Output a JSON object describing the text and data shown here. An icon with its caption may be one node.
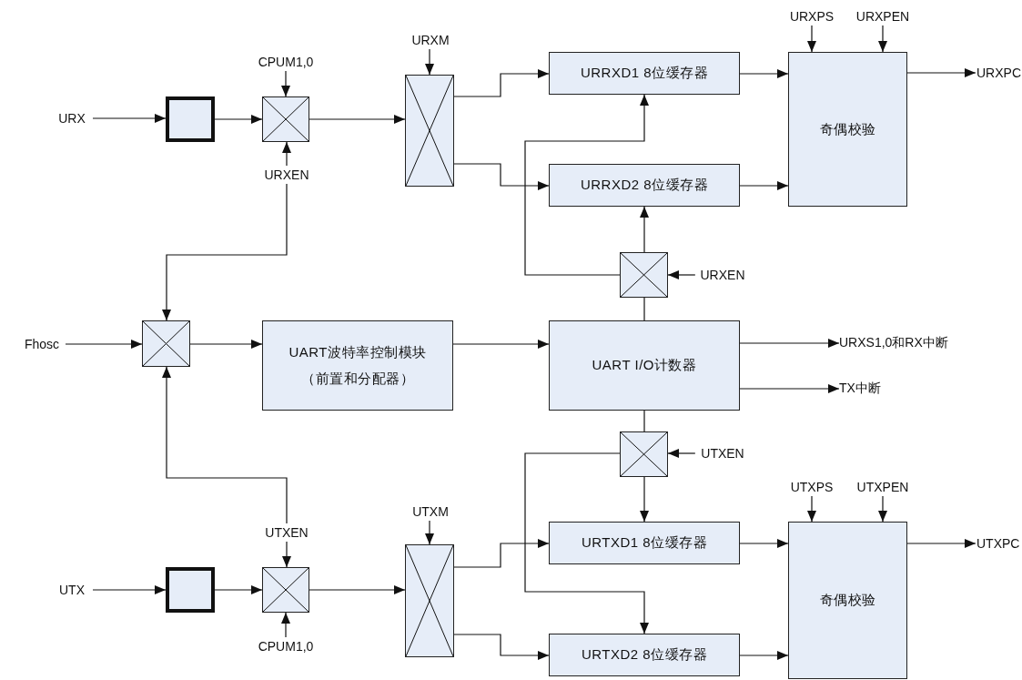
{
  "diagram": {
    "nodes": [
      {
        "text": [
          "URXPS"
        ]
      },
      {
        "text": [
          "URXPEN"
        ]
      },
      {
        "text": [
          "URXM"
        ]
      },
      {
        "text": [
          "CPUM1,0"
        ]
      },
      {
        "text": [
          "URRXD1 8位缓存器"
        ]
      },
      {
        "text": [
          "奇偶校验"
        ]
      },
      {
        "text": [
          "URXPC"
        ]
      },
      {
        "text": [
          "URX"
        ]
      },
      {
        "text": [],
        "shape": "box"
      },
      {
        "text": [],
        "shape": "cross"
      },
      {
        "text": [],
        "shape": "cross"
      },
      {
        "text": [
          "URXEN"
        ]
      },
      {
        "text": [
          "URRXD2 8位缓存器"
        ]
      },
      {
        "text": [],
        "shape": "cross"
      },
      {
        "text": [
          "URXEN"
        ]
      },
      {
        "text": [
          "Fhosc"
        ]
      },
      {
        "text": [],
        "shape": "cross"
      },
      {
        "text": [
          "UART波特率控制模块",
          "（前置和分配器）"
        ]
      },
      {
        "text": [
          "UART I/O计数器"
        ]
      },
      {
        "text": [
          "URXS1,0和RX中断"
        ]
      },
      {
        "text": [
          "TX中断"
        ]
      },
      {
        "text": [],
        "shape": "cross"
      },
      {
        "text": [
          "UTXEN"
        ]
      },
      {
        "text": [
          "UTXPS"
        ]
      },
      {
        "text": [
          "UTXPEN"
        ]
      },
      {
        "text": [
          "UTXM"
        ]
      },
      {
        "text": [
          "UTXEN"
        ]
      },
      {
        "text": [
          "URTXD1 8位缓存器"
        ]
      },
      {
        "text": [
          "奇偶校验"
        ]
      },
      {
        "text": [
          "UTXPC"
        ]
      },
      {
        "text": [
          "UTX"
        ]
      },
      {
        "text": [],
        "shape": "box"
      },
      {
        "text": [],
        "shape": "cross"
      },
      {
        "text": [],
        "shape": "cross"
      },
      {
        "text": [
          "CPUM1,0"
        ]
      },
      {
        "text": [
          "URTXD2 8位缓存器"
        ]
      }
    ],
    "edges": [
      {
        "from": 7,
        "to": 8,
        "arrow": "to"
      },
      {
        "from": 8,
        "to": 9,
        "arrow": "to"
      },
      {
        "from": 3,
        "to": 9,
        "arrow": "to"
      },
      {
        "from": 11,
        "to": 9,
        "arrow": "to"
      },
      {
        "from": 11,
        "to": 16,
        "arrow": "to"
      },
      {
        "from": 9,
        "to": 10,
        "arrow": "to"
      },
      {
        "from": 2,
        "to": 10,
        "arrow": "to"
      },
      {
        "from": 10,
        "to": 4,
        "arrow": "to"
      },
      {
        "from": 10,
        "to": 12,
        "arrow": "to"
      },
      {
        "from": 4,
        "to": 5,
        "arrow": "to"
      },
      {
        "from": 12,
        "to": 5,
        "arrow": "to"
      },
      {
        "from": 0,
        "to": 5,
        "arrow": "to"
      },
      {
        "from": 1,
        "to": 5,
        "arrow": "to"
      },
      {
        "from": 5,
        "to": 6,
        "arrow": "to"
      },
      {
        "from": 13,
        "to": 12,
        "arrow": "to"
      },
      {
        "from": 13,
        "to": 4,
        "arrow": "to"
      },
      {
        "from": 14,
        "to": 13,
        "arrow": "to"
      },
      {
        "from": 18,
        "to": 13,
        "arrow": "none"
      },
      {
        "from": 15,
        "to": 16,
        "arrow": "to"
      },
      {
        "from": 16,
        "to": 17,
        "arrow": "to"
      },
      {
        "from": 17,
        "to": 18,
        "arrow": "to"
      },
      {
        "from": 18,
        "to": 19,
        "arrow": "to"
      },
      {
        "from": 18,
        "to": 20,
        "arrow": "to"
      },
      {
        "from": 18,
        "to": 21,
        "arrow": "none"
      },
      {
        "from": 22,
        "to": 21,
        "arrow": "to"
      },
      {
        "from": 21,
        "to": 27,
        "arrow": "to"
      },
      {
        "from": 21,
        "to": 35,
        "arrow": "to"
      },
      {
        "from": 30,
        "to": 31,
        "arrow": "to"
      },
      {
        "from": 31,
        "to": 32,
        "arrow": "to"
      },
      {
        "from": 26,
        "to": 32,
        "arrow": "to"
      },
      {
        "from": 26,
        "to": 16,
        "arrow": "to"
      },
      {
        "from": 34,
        "to": 32,
        "arrow": "to"
      },
      {
        "from": 32,
        "to": 33,
        "arrow": "to"
      },
      {
        "from": 25,
        "to": 33,
        "arrow": "to"
      },
      {
        "from": 33,
        "to": 27,
        "arrow": "to"
      },
      {
        "from": 33,
        "to": 35,
        "arrow": "to"
      },
      {
        "from": 27,
        "to": 28,
        "arrow": "to"
      },
      {
        "from": 35,
        "to": 28,
        "arrow": "to"
      },
      {
        "from": 23,
        "to": 28,
        "arrow": "to"
      },
      {
        "from": 24,
        "to": 28,
        "arrow": "to"
      },
      {
        "from": 28,
        "to": 29,
        "arrow": "to"
      }
    ]
  }
}
